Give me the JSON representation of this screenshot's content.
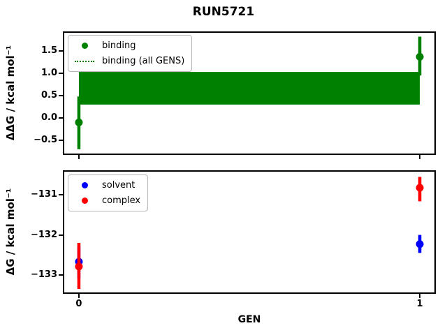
{
  "suptitle": "RUN5721",
  "chart_data": [
    {
      "type": "scatter",
      "panel": "binding",
      "title": "RUN5721",
      "xlabel": "",
      "ylabel": "ΔΔG / kcal mol⁻¹",
      "xlim": [
        -0.047,
        1.047
      ],
      "ylim": [
        -0.828,
        1.938
      ],
      "grid": false,
      "legend_position": "upper-left",
      "yticks": [
        {
          "value": 1.5,
          "label": "1.5"
        },
        {
          "value": 1.0,
          "label": "1.0"
        },
        {
          "value": 0.5,
          "label": "0.5"
        },
        {
          "value": 0.0,
          "label": "0.0"
        },
        {
          "value": -0.5,
          "label": "−0.5"
        }
      ],
      "xticks": [
        {
          "value": 0,
          "label": ""
        },
        {
          "value": 1,
          "label": ""
        }
      ],
      "band": {
        "label": "binding (all GENS)",
        "color": "#008000",
        "x": [
          0,
          1
        ],
        "y_low": 0.3,
        "y_high": 1.03
      },
      "series": [
        {
          "name": "binding",
          "color": "#008000",
          "marker": "circle",
          "points": [
            {
              "x": 0,
              "y": -0.1,
              "err_low": -0.7,
              "err_high": 0.48
            },
            {
              "x": 1,
              "y": 1.37,
              "err_low": 0.95,
              "err_high": 1.82
            }
          ]
        }
      ],
      "legend": [
        {
          "label": "binding",
          "glyph": "dot",
          "color": "#008000"
        },
        {
          "label": "binding (all GENS)",
          "glyph": "dotted-line",
          "color": "#008000"
        }
      ]
    },
    {
      "type": "scatter",
      "panel": "free-energy",
      "title": "",
      "xlabel": "GEN",
      "ylabel": "ΔG / kcal mol⁻¹",
      "xlim": [
        -0.047,
        1.047
      ],
      "ylim": [
        -133.473,
        -130.384
      ],
      "grid": false,
      "legend_position": "upper-left",
      "yticks": [
        {
          "value": -131,
          "label": "−131"
        },
        {
          "value": -132,
          "label": "−132"
        },
        {
          "value": -133,
          "label": "−133"
        }
      ],
      "xticks": [
        {
          "value": 0,
          "label": "0"
        },
        {
          "value": 1,
          "label": "1"
        }
      ],
      "series": [
        {
          "name": "solvent",
          "color": "#0000ff",
          "marker": "circle",
          "points": [
            {
              "x": 0,
              "y": -132.67,
              "err_low": -133.08,
              "err_high": -132.28
            },
            {
              "x": 1,
              "y": -132.23,
              "err_low": -132.45,
              "err_high": -132.0
            }
          ]
        },
        {
          "name": "complex",
          "color": "#ff0000",
          "marker": "circle",
          "points": [
            {
              "x": 0,
              "y": -132.79,
              "err_low": -133.35,
              "err_high": -132.2
            },
            {
              "x": 1,
              "y": -130.82,
              "err_low": -131.16,
              "err_high": -130.55
            }
          ]
        }
      ],
      "legend": [
        {
          "label": "solvent",
          "glyph": "dot",
          "color": "#0000ff"
        },
        {
          "label": "complex",
          "glyph": "dot",
          "color": "#ff0000"
        }
      ]
    }
  ]
}
